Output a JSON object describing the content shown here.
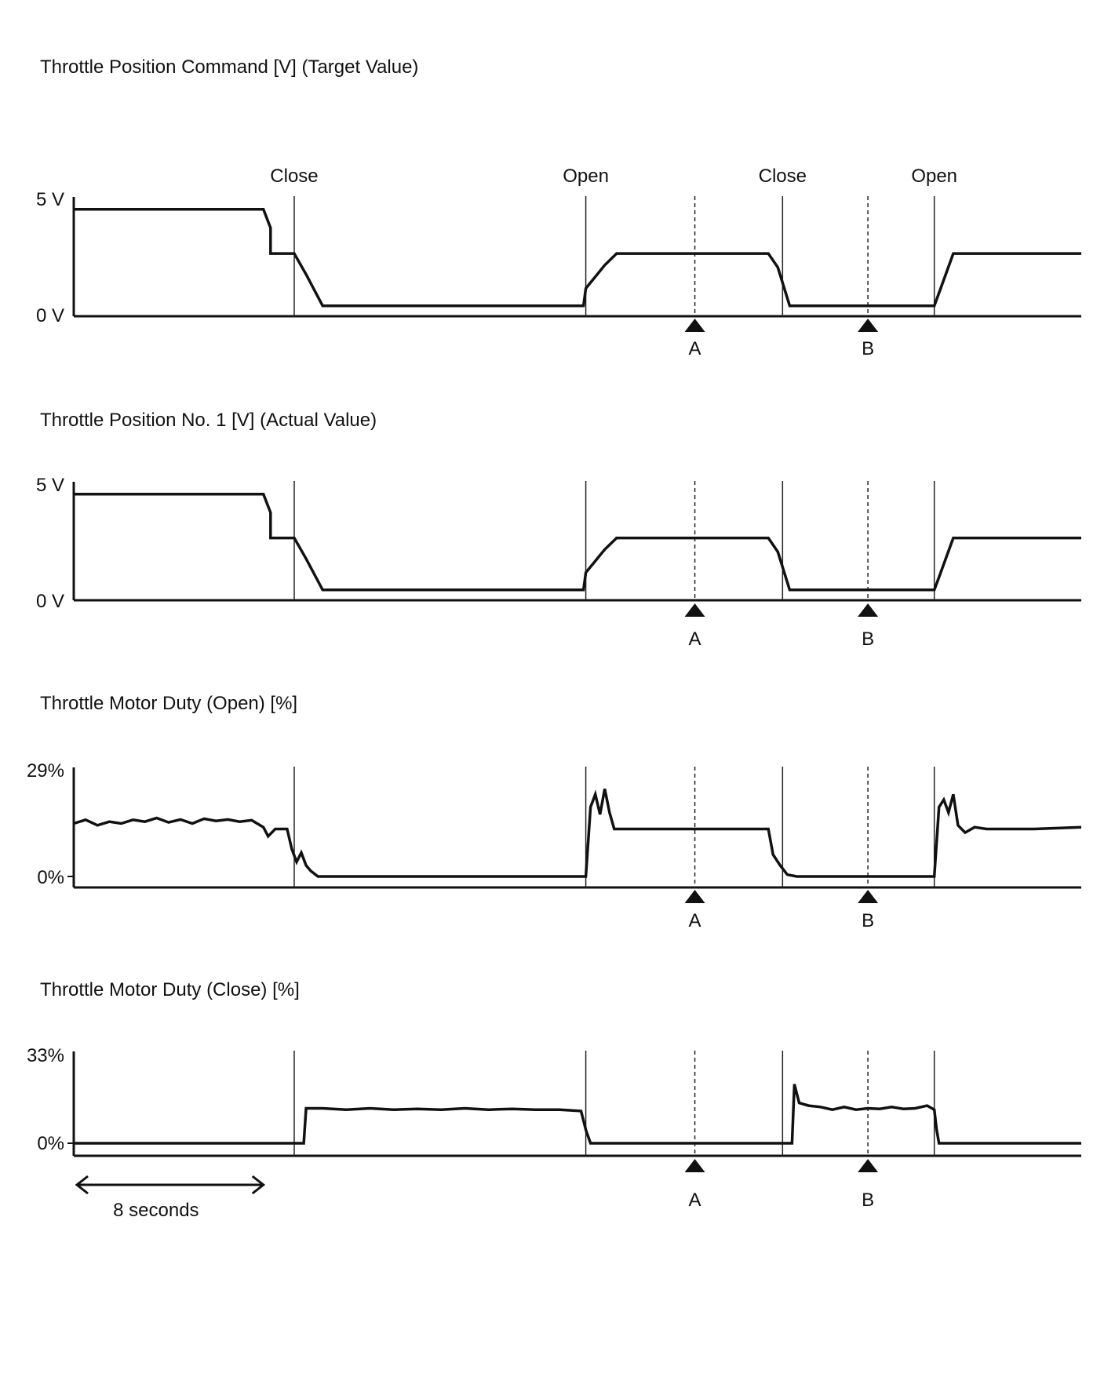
{
  "chart_data": [
    {
      "type": "line",
      "title": "Throttle Position Command [V] (Target Value)",
      "y_tick_labels": [
        "5 V",
        "0 V"
      ],
      "ylim": [
        0,
        5
      ],
      "events": [
        "Close",
        "Open",
        "Close",
        "Open"
      ],
      "markers": [
        "A",
        "B"
      ],
      "series": [
        {
          "x": [
            0,
            8,
            8.3,
            8.3,
            9.3,
            9.8,
            10.5,
            21.5,
            21.6,
            22.4,
            22.9,
            29.3,
            29.7,
            30.2,
            36.3,
            36.5,
            37.1,
            42.5
          ],
          "values": [
            4.6,
            4.6,
            3.8,
            2.7,
            2.7,
            1.8,
            0.45,
            0.45,
            1.2,
            2.2,
            2.7,
            2.7,
            2.1,
            0.45,
            0.45,
            1.0,
            2.7,
            2.7
          ]
        }
      ]
    },
    {
      "type": "line",
      "title": "Throttle Position No. 1 [V] (Actual Value)",
      "y_tick_labels": [
        "5 V",
        "0 V"
      ],
      "ylim": [
        0,
        5
      ],
      "events": [
        "Close",
        "Open",
        "Close",
        "Open"
      ],
      "markers": [
        "A",
        "B"
      ],
      "series": [
        {
          "x": [
            0,
            8,
            8.3,
            8.3,
            9.3,
            9.8,
            10.5,
            21.5,
            21.6,
            22.4,
            22.9,
            29.3,
            29.7,
            30.2,
            36.3,
            36.5,
            37.1,
            42.5
          ],
          "values": [
            4.6,
            4.6,
            3.8,
            2.7,
            2.7,
            1.8,
            0.45,
            0.45,
            1.2,
            2.2,
            2.7,
            2.7,
            2.1,
            0.45,
            0.45,
            1.0,
            2.7,
            2.7
          ]
        }
      ]
    },
    {
      "type": "line",
      "title": "Throttle Motor Duty (Open) [%]",
      "y_tick_labels": [
        "29%",
        "0%"
      ],
      "ylim": [
        0,
        29
      ],
      "events": [
        "Close",
        "Open",
        "Close",
        "Open"
      ],
      "markers": [
        "A",
        "B"
      ],
      "series": [
        {
          "x": [
            0,
            0.5,
            1,
            1.5,
            2,
            2.5,
            3,
            3.5,
            4,
            4.5,
            5,
            5.5,
            6,
            6.5,
            7,
            7.5,
            8,
            8.2,
            8.5,
            9,
            9.2,
            9.4,
            9.6,
            9.8,
            10,
            10.3,
            21.6,
            21.8,
            22.0,
            22.2,
            22.4,
            22.6,
            22.8,
            29.3,
            29.5,
            29.8,
            30.1,
            30.5,
            36.3,
            36.5,
            36.7,
            36.9,
            37.1,
            37.3,
            37.6,
            38.0,
            38.5,
            40.5,
            42.5
          ],
          "values": [
            14.5,
            15.5,
            14.0,
            15.0,
            14.5,
            15.5,
            15.0,
            16.0,
            14.8,
            15.6,
            14.5,
            15.8,
            15.2,
            15.6,
            15.0,
            15.4,
            13.5,
            11.0,
            13.0,
            13.0,
            7.5,
            4.0,
            6.5,
            3.0,
            1.5,
            0.0,
            0.0,
            19.0,
            22.5,
            17.0,
            24.0,
            17.5,
            13.0,
            13.0,
            6.0,
            3.0,
            0.5,
            0.0,
            0.0,
            19.0,
            21.0,
            17.5,
            22.5,
            14.0,
            12.0,
            13.5,
            13.0,
            13.0,
            13.5
          ]
        }
      ]
    },
    {
      "type": "line",
      "title": "Throttle Motor Duty (Close) [%]",
      "y_tick_labels": [
        "33%",
        "0%"
      ],
      "ylim": [
        0,
        33
      ],
      "events": [
        "Close",
        "Open",
        "Close",
        "Open"
      ],
      "markers": [
        "A",
        "B"
      ],
      "series": [
        {
          "x": [
            0,
            9.7,
            9.8,
            10.5,
            11.5,
            12.5,
            13.5,
            14.5,
            15.5,
            16.5,
            17.5,
            18.5,
            19.5,
            20.5,
            21.4,
            21.6,
            21.8,
            30.3,
            30.4,
            30.6,
            31.0,
            31.5,
            32.0,
            32.5,
            33.0,
            33.5,
            34.0,
            34.5,
            35.0,
            35.5,
            36.0,
            36.3,
            36.4,
            36.5,
            42.5
          ],
          "values": [
            0,
            0,
            13.0,
            13.0,
            12.5,
            13.0,
            12.5,
            12.8,
            12.5,
            13.0,
            12.5,
            12.8,
            12.5,
            12.5,
            12.0,
            5.0,
            0,
            0,
            22.0,
            15.0,
            14.0,
            13.5,
            12.5,
            13.5,
            12.5,
            13.0,
            12.8,
            13.5,
            12.8,
            13.0,
            14.0,
            12.5,
            5.0,
            0,
            0
          ]
        }
      ]
    }
  ],
  "scale_bar": {
    "label": "8 seconds",
    "seconds": 8
  },
  "x_axis": {
    "event_times": [
      9.3,
      21.6,
      29.9,
      36.3
    ],
    "marker_times": [
      26.2,
      33.5
    ],
    "xlim": [
      0,
      42.5
    ]
  },
  "colors": {
    "trace": "#111111",
    "axis": "#111111",
    "guide": "#222222"
  }
}
